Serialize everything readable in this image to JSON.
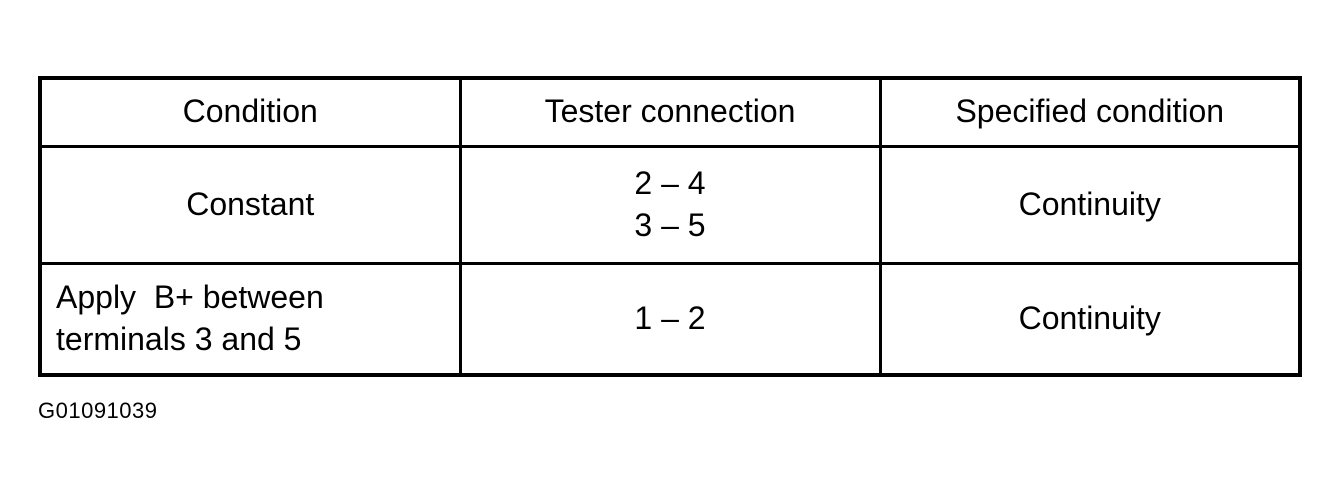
{
  "table": {
    "headers": [
      "Condition",
      "Tester connection",
      "Specified condition"
    ],
    "rows": [
      {
        "condition": [
          "Constant"
        ],
        "tester_connection": [
          "2 – 4",
          "3 – 5"
        ],
        "specified_condition": "Continuity"
      },
      {
        "condition": [
          "Apply  B+ between",
          "terminals 3 and 5"
        ],
        "tester_connection": [
          "1 – 2"
        ],
        "specified_condition": "Continuity"
      }
    ]
  },
  "figure_id": "G01091039"
}
